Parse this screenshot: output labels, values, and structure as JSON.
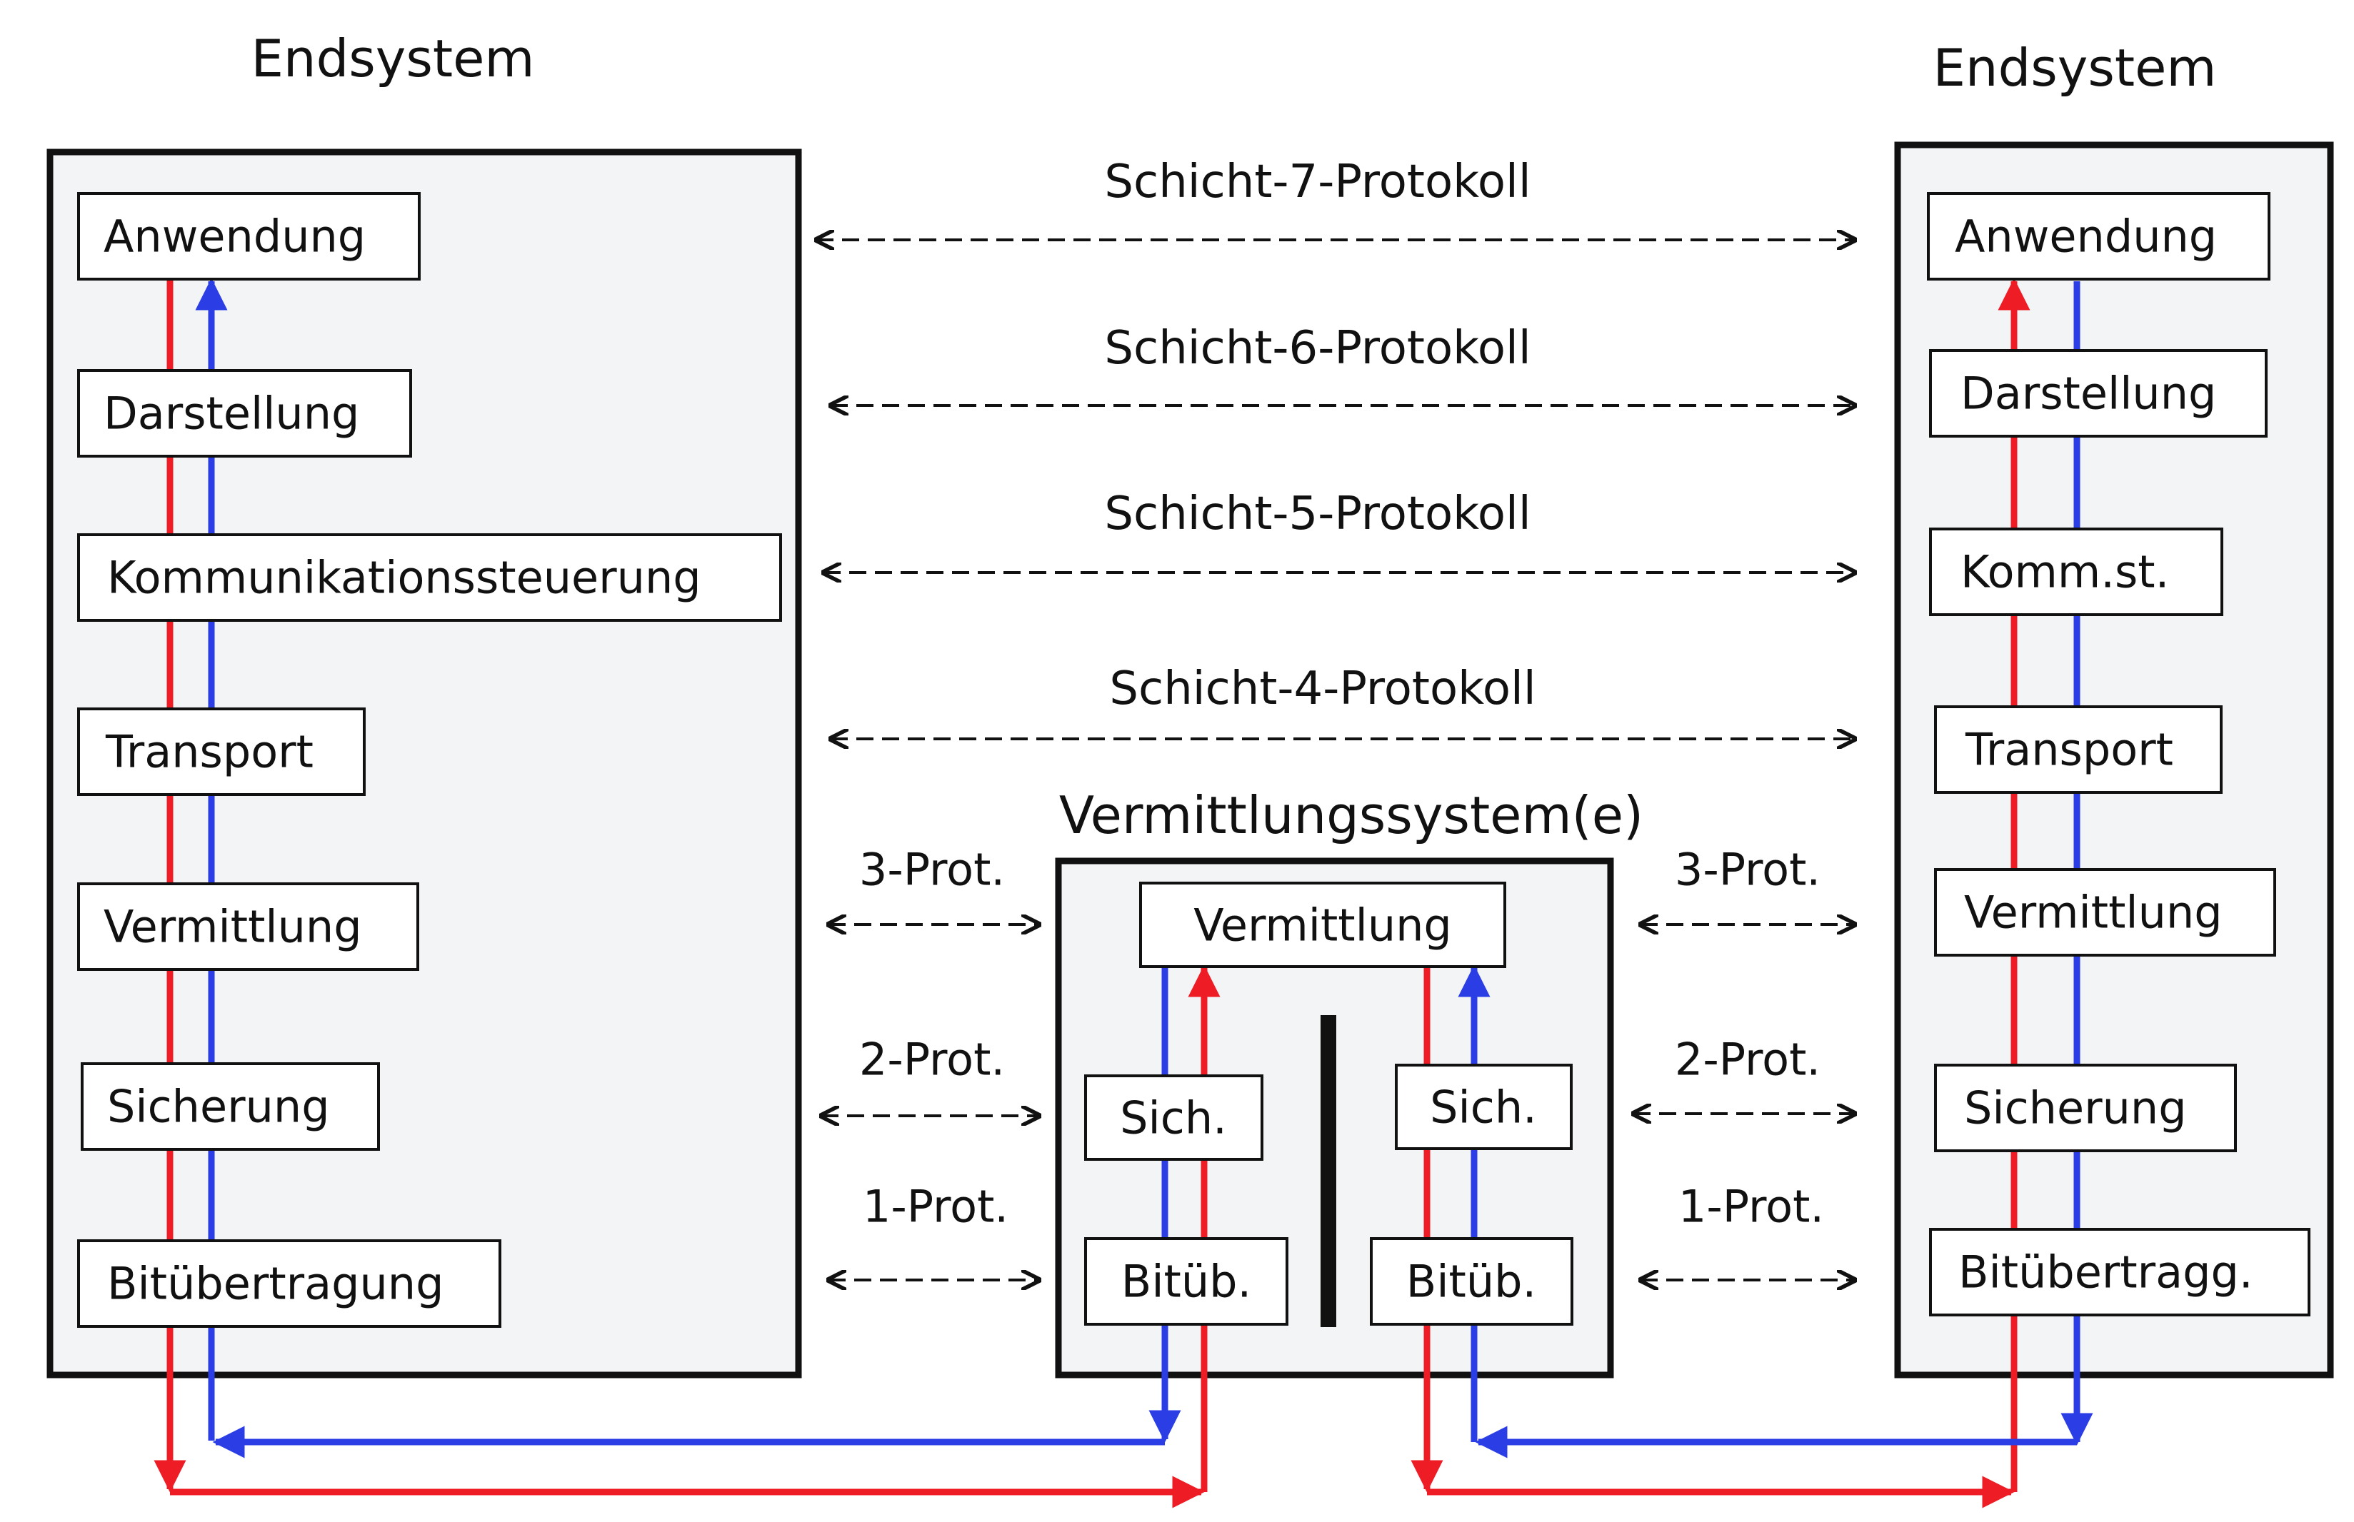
{
  "left_system": {
    "title": "Endsystem",
    "layers": [
      "Anwendung",
      "Darstellung",
      "Kommunikationssteuerung",
      "Transport",
      "Vermittlung",
      "Sicherung",
      "Bitübertragung"
    ]
  },
  "right_system": {
    "title": "Endsystem",
    "layers": [
      "Anwendung",
      "Darstellung",
      "Komm.st.",
      "Transport",
      "Vermittlung",
      "Sicherung",
      "Bitübertragg."
    ]
  },
  "middle_system": {
    "title": "Vermittlungssystem(e)",
    "network_layer": "Vermittlung",
    "left_data_link": "Sich.",
    "right_data_link": "Sich.",
    "left_physical": "Bitüb.",
    "right_physical": "Bitüb."
  },
  "end_to_end_protocols": [
    "Schicht-7-Protokoll",
    "Schicht-6-Protokoll",
    "Schicht-5-Protokoll",
    "Schicht-4-Protokoll"
  ],
  "hop_protocols": [
    "3-Prot.",
    "2-Prot.",
    "1-Prot."
  ],
  "colors": {
    "send_path": "#ee1c25",
    "receive_path": "#2b3ee6",
    "box_fill": "#f2f4f6",
    "border": "#111111"
  }
}
